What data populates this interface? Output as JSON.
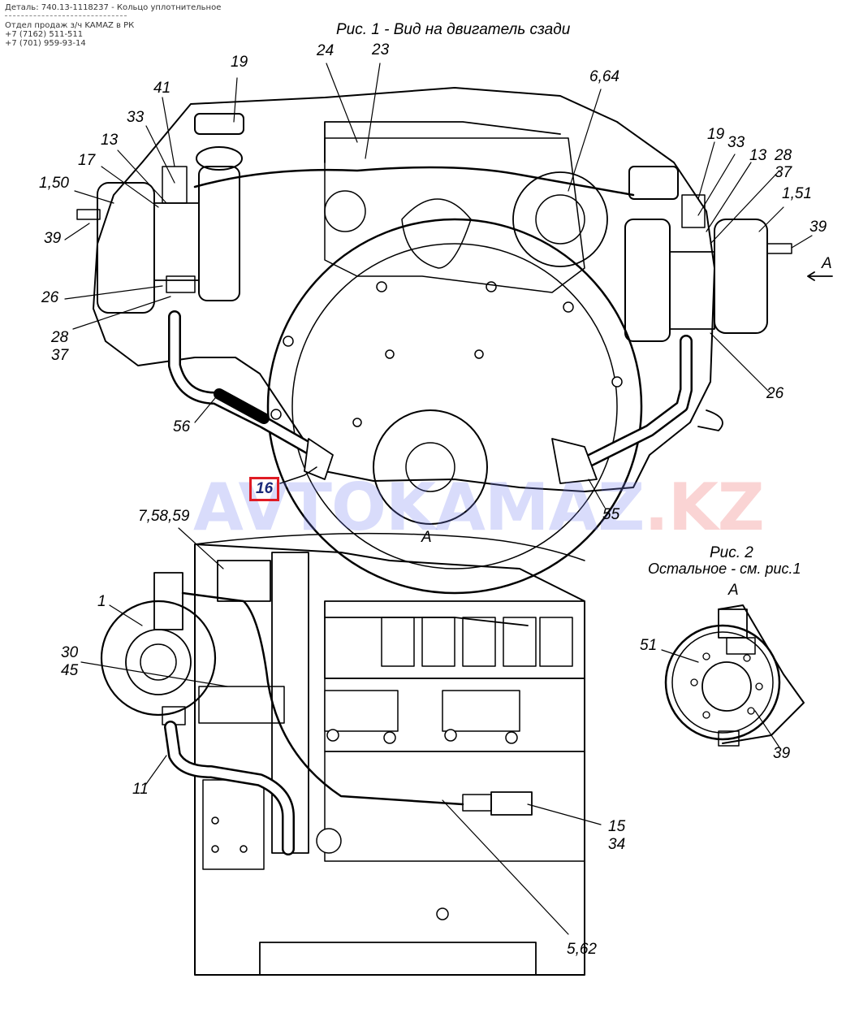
{
  "header": {
    "detail": "Деталь: 740.13-1118237 - Кольцо уплотнительное",
    "sales": "Отдел продаж з/ч KAMAZ в РК",
    "phone1": "+7 (7162) 511-511",
    "phone2": "+7 (701) 959-93-14"
  },
  "captions": {
    "fig1": "Рис. 1  - Вид на двигатель сзади",
    "fig2": "Рис. 2",
    "fig2_note": "Остальное - см. рис.1",
    "view_a_fig1": "А",
    "view_a_fig2": "А",
    "arrow_a": "А"
  },
  "watermark": {
    "main": "AVTOKAMAZ",
    "suffix": ".KZ"
  },
  "highlighted_part": "16",
  "labels": {
    "l24": "24",
    "l23": "23",
    "l664": "6,64",
    "l19a": "19",
    "l41": "41",
    "l33a": "33",
    "l13a": "13",
    "l17": "17",
    "l150": "1,50",
    "l39a": "39",
    "l26a": "26",
    "l28a": "28",
    "l37a": "37",
    "l56": "56",
    "l19b": "19",
    "l33b": "33",
    "l13b": "13",
    "l28b": "28",
    "l37b": "37",
    "l151": "1,51",
    "l39b": "39",
    "l26b": "26",
    "l55": "55",
    "l75859": "7,58,59",
    "l1": "1",
    "l30": "30",
    "l45": "45",
    "l11": "11",
    "l15": "15",
    "l34": "34",
    "l562": "5,62",
    "l51": "51",
    "l39c": "39"
  },
  "colors": {
    "highlight_border": "#e01b24",
    "highlight_text": "#1a2a7a",
    "line": "#000000"
  }
}
